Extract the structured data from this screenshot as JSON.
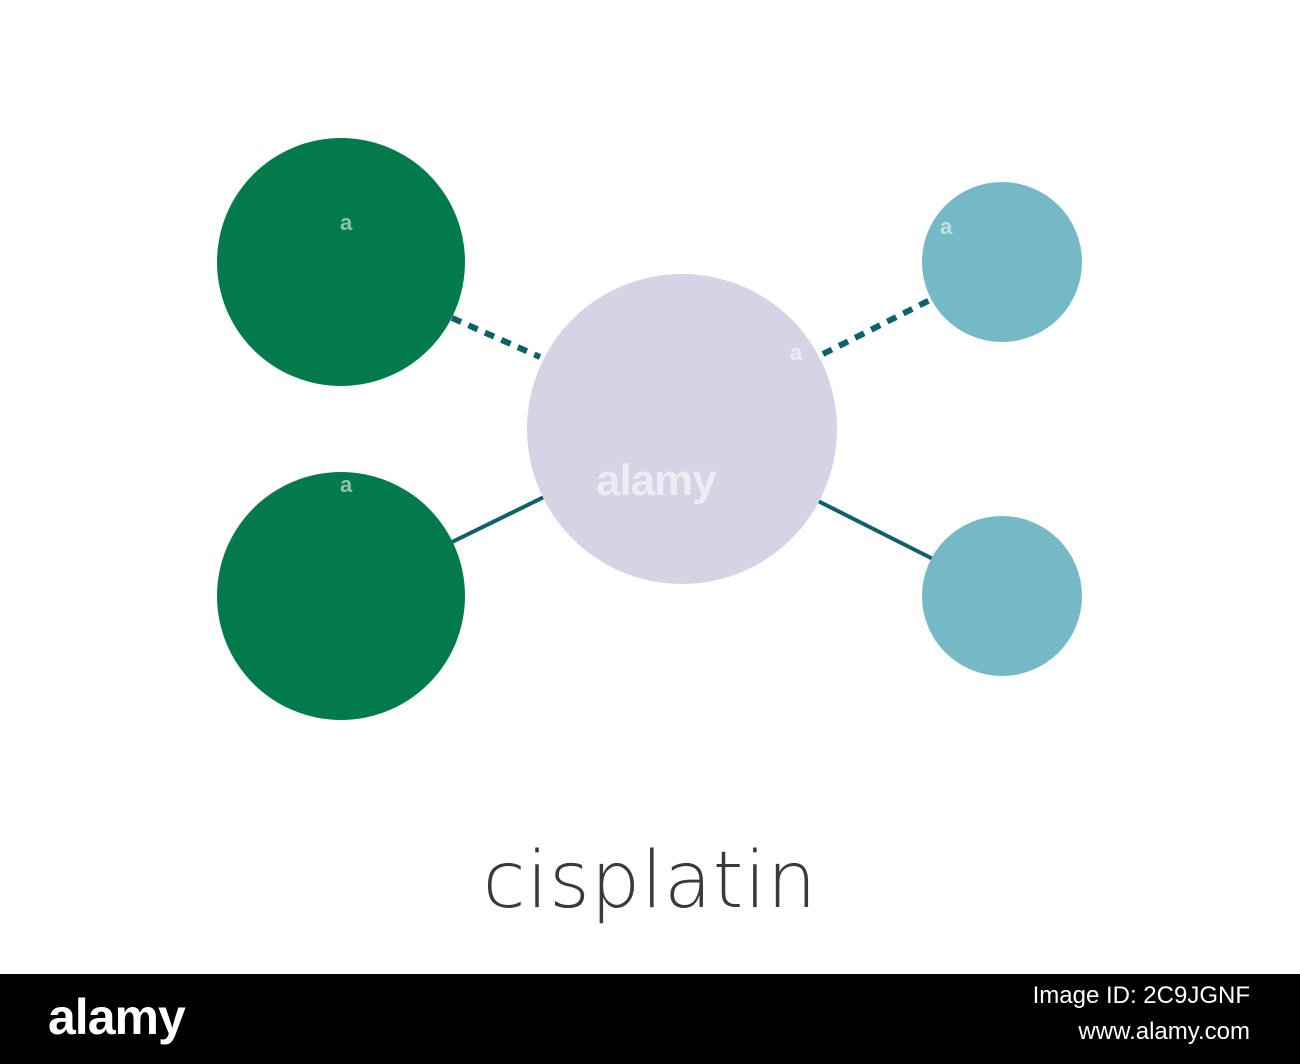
{
  "molecule": {
    "name": "cisplatin",
    "colors": {
      "platinum": "#d6d4e4",
      "chlorine": "#037a4b",
      "nitrogen": "#74b9c5",
      "bond": "#0d6168"
    }
  },
  "watermark": {
    "center": "alamy",
    "marks": [
      "a",
      "a",
      "a",
      "a"
    ]
  },
  "footer": {
    "logo": "alamy",
    "image_id": "Image ID: 2C9JGNF",
    "url": "www.alamy.com",
    "background": "#000000"
  }
}
